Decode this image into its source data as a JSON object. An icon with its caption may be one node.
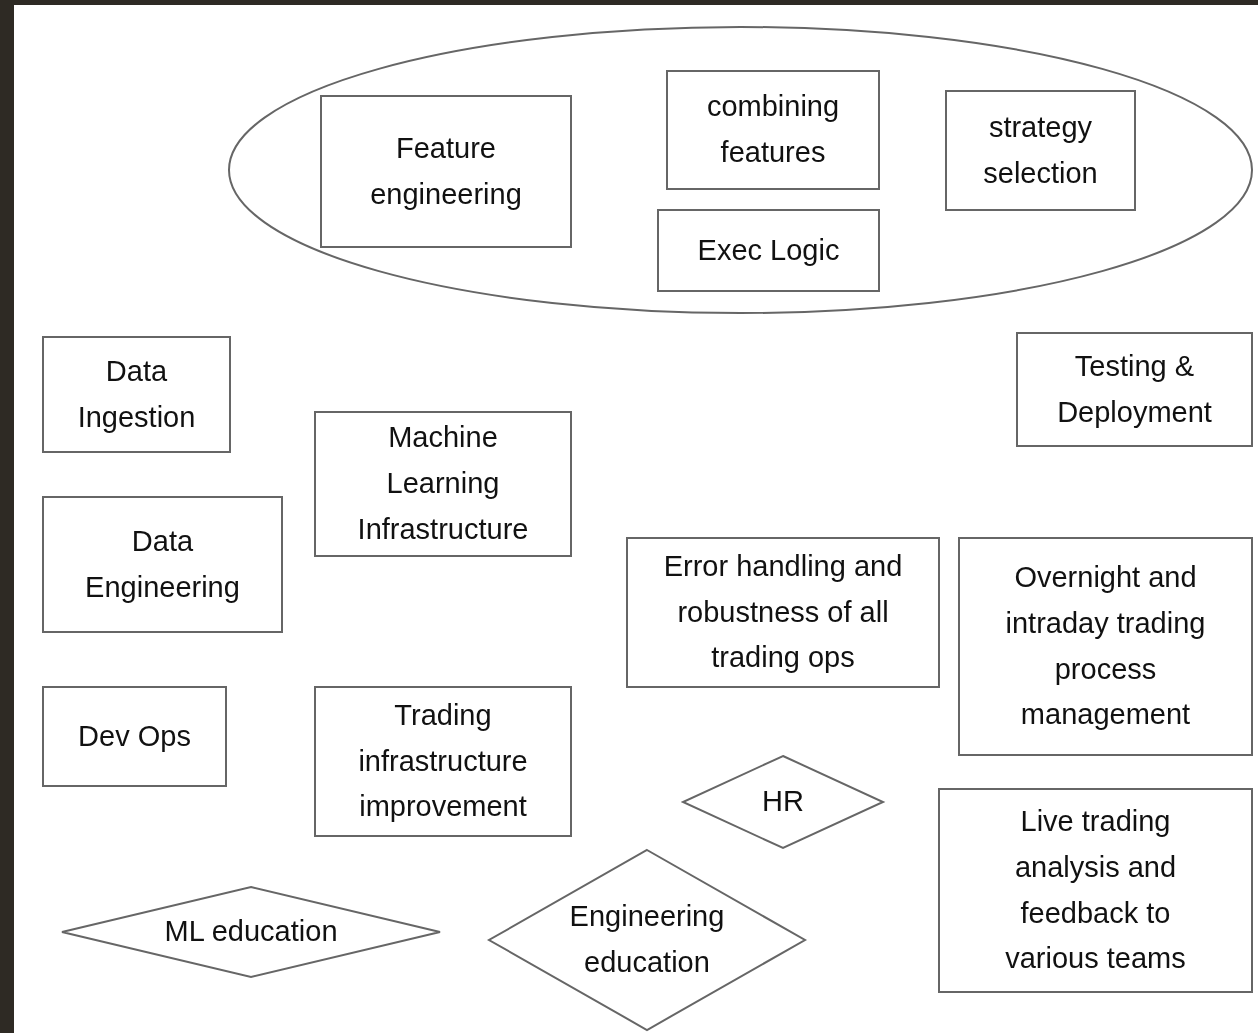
{
  "diagram": {
    "nodes": [
      {
        "text": [],
        "shape": "ellipse"
      },
      {
        "text": [
          "Feature engineering"
        ],
        "in": 0
      },
      {
        "text": [
          "combining features"
        ],
        "in": 0
      },
      {
        "text": [
          "Exec Logic"
        ],
        "in": 0
      },
      {
        "text": [
          "strategy selection"
        ],
        "in": 0
      },
      {
        "text": [
          "Data Ingestion"
        ]
      },
      {
        "text": [
          "Machine Learning Infrastructure"
        ]
      },
      {
        "text": [
          "Testing & Deployment"
        ]
      },
      {
        "text": [
          "Data Engineering"
        ]
      },
      {
        "text": [
          "Error handling and robustness of all trading ops"
        ]
      },
      {
        "text": [
          "Overnight and intraday trading process management"
        ]
      },
      {
        "text": [
          "Dev Ops"
        ]
      },
      {
        "text": [
          "Trading infrastructure improvement"
        ]
      },
      {
        "text": [
          "HR"
        ]
      },
      {
        "text": [
          "Live trading analysis and feedback to various teams"
        ]
      },
      {
        "text": [
          "ML education"
        ]
      },
      {
        "text": [
          "Engineering education"
        ]
      }
    ]
  }
}
